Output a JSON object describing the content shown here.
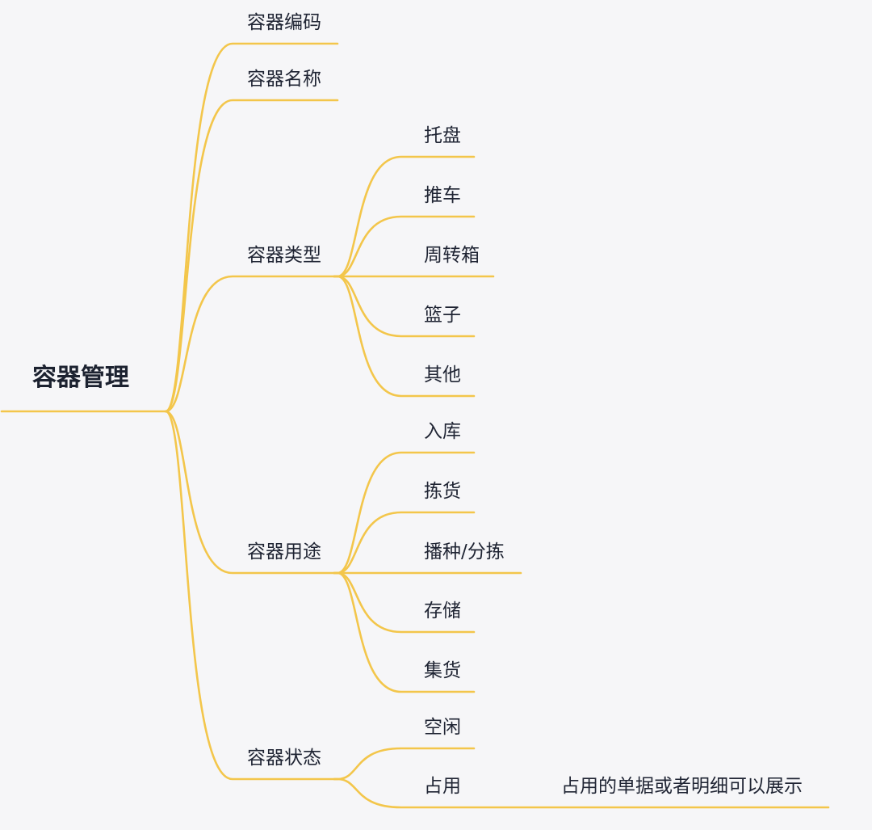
{
  "root": {
    "label": "容器管理"
  },
  "branches": [
    {
      "label": "容器编码",
      "children": []
    },
    {
      "label": "容器名称",
      "children": []
    },
    {
      "label": "容器类型",
      "children": [
        {
          "label": "托盘"
        },
        {
          "label": "推车"
        },
        {
          "label": "周转箱"
        },
        {
          "label": "篮子"
        },
        {
          "label": "其他"
        }
      ]
    },
    {
      "label": "容器用途",
      "children": [
        {
          "label": "入库"
        },
        {
          "label": "拣货"
        },
        {
          "label": "播种/分拣"
        },
        {
          "label": "存储"
        },
        {
          "label": "集货"
        }
      ]
    },
    {
      "label": "容器状态",
      "children": [
        {
          "label": "空闲"
        },
        {
          "label": "占用",
          "children": [
            {
              "label": "占用的单据或者明细可以展示"
            }
          ]
        }
      ]
    }
  ],
  "colors": {
    "edge": "#f3c64b",
    "background": "#f6f6f8",
    "text": "#1f2433"
  }
}
